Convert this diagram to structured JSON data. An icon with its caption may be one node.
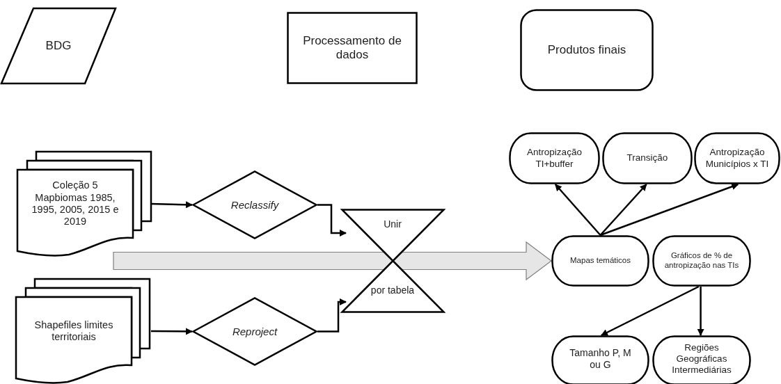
{
  "diagram": {
    "nodes": [
      {
        "text": [
          "BDG"
        ]
      },
      {
        "text": [
          "Processamento de dados"
        ]
      },
      {
        "text": [
          "Produtos finais"
        ]
      },
      {
        "text": [
          "Coleção 5 Mapbiomas 1985, 1995, 2005, 2015 e 2019"
        ]
      },
      {
        "text": [
          "Reclassify"
        ]
      },
      {
        "text": [
          "Shapefiles limites territoriais"
        ]
      },
      {
        "text": [
          "Reproject"
        ]
      },
      {
        "text": [
          "Unir",
          "por tabela"
        ]
      },
      {
        "text": [
          "Antropização TI+buffer"
        ]
      },
      {
        "text": [
          "Transição"
        ]
      },
      {
        "text": [
          "Antropização Municípios x TI"
        ]
      },
      {
        "text": [
          "Mapas temáticos"
        ]
      },
      {
        "text": [
          "Gráficos de % de antropização nas TIs"
        ]
      },
      {
        "text": [
          "Tamanho P, M ou G"
        ]
      },
      {
        "text": [
          "Regiões Geográficas Intermediárias"
        ]
      }
    ],
    "edges": [
      {
        "from": 3,
        "to": 4,
        "arrow": "to"
      },
      {
        "from": 4,
        "to": 7,
        "arrow": "to"
      },
      {
        "from": 5,
        "to": 6,
        "arrow": "to"
      },
      {
        "from": 6,
        "to": 7,
        "arrow": "to"
      },
      {
        "from": null,
        "to": 11,
        "arrow": "to",
        "style": "thick",
        "color": "#e6e6e6"
      },
      {
        "from": 11,
        "to": 8,
        "arrow": "to"
      },
      {
        "from": 11,
        "to": 9,
        "arrow": "to"
      },
      {
        "from": 11,
        "to": 10,
        "arrow": "to"
      },
      {
        "from": 12,
        "to": 13,
        "arrow": "to"
      },
      {
        "from": 12,
        "to": 14,
        "arrow": "to"
      }
    ]
  }
}
